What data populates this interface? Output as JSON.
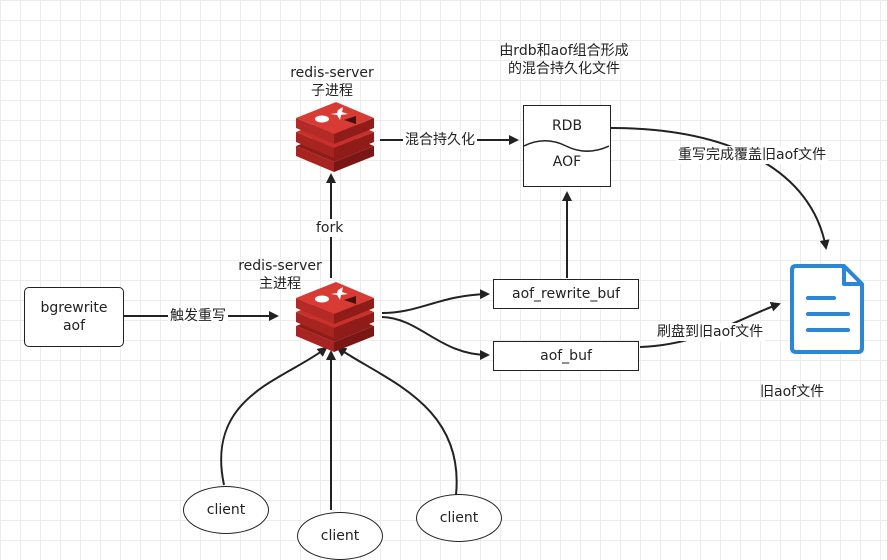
{
  "labels": {
    "child_server_name": "redis-server",
    "child_server_role": "子进程",
    "main_server_name": "redis-server",
    "main_server_role": "主进程",
    "fork": "fork",
    "hybrid_persist": "混合持久化",
    "hybrid_desc_line1": "由rdb和aof组合形成",
    "hybrid_desc_line2": "的混合持久化文件",
    "rewrite_overwrite": "重写完成覆盖旧aof文件",
    "trigger_rewrite": "触发重写",
    "flush_to_old_aof": "刷盘到旧aof文件",
    "old_aof_file": "旧aof文件"
  },
  "boxes": {
    "bgrewrite_line1": "bgrewrite",
    "bgrewrite_line2": "aof",
    "aof_rewrite_buf": "aof_rewrite_buf",
    "aof_buf": "aof_buf",
    "hybrid_top": "RDB",
    "hybrid_bottom": "AOF"
  },
  "clients": [
    "client",
    "client",
    "client"
  ],
  "colors": {
    "redis_red": "#c9302c",
    "redis_dark": "#8f1c19",
    "file_blue": "#2b86d6",
    "line": "#222222"
  },
  "icons": {
    "redis_logo": "redis-icon",
    "file": "file-icon"
  }
}
